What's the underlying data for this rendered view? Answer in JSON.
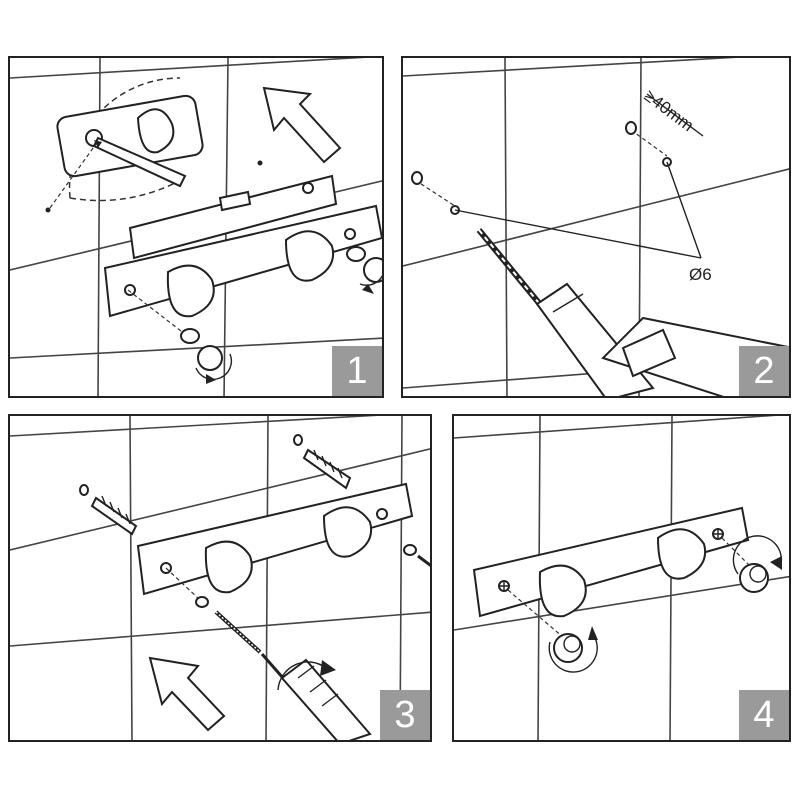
{
  "steps": [
    {
      "number": "1"
    },
    {
      "number": "2",
      "hole_spacing": "≥40mm",
      "drill_size": "Ø6"
    },
    {
      "number": "3"
    },
    {
      "number": "4"
    }
  ],
  "colors": {
    "line": "#222222",
    "badge": "#9a9a9a",
    "background": "#ffffff"
  },
  "icons": [
    "spirit-level-icon",
    "pencil-icon",
    "drill-icon",
    "wall-anchor-icon",
    "screw-icon",
    "screwdriver-icon",
    "screw-cap-icon",
    "direction-arrow-icon",
    "rotation-arrow-icon"
  ]
}
